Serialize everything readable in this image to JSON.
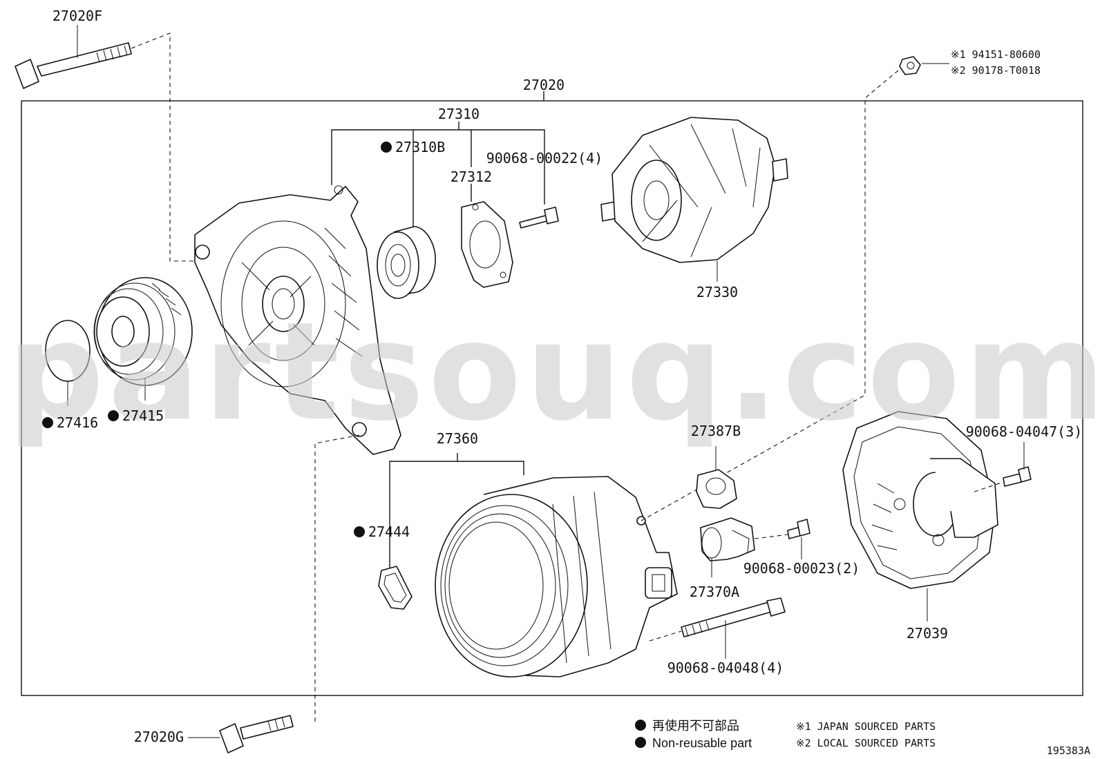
{
  "diagram_id": "195383A",
  "watermark": "partsouq.com",
  "assembly": {
    "label": "27020"
  },
  "callouts": {
    "p27020F": "27020F",
    "p27020G": "27020G",
    "p27310": "27310",
    "p27310B": "27310B",
    "p27312": "27312",
    "b00022": "90068-00022(4)",
    "p27330": "27330",
    "p27416": "27416",
    "p27415": "27415",
    "p27360": "27360",
    "p27444": "27444",
    "p27387B": "27387B",
    "p27370A": "27370A",
    "b00023": "90068-00023(2)",
    "b04048": "90068-04048(4)",
    "b04047": "90068-04047(3)",
    "p27039": "27039",
    "nut1": "※1 94151-80600",
    "nut2": "※2 90178-T0018"
  },
  "legend": {
    "nonreusable_jp": "再使用不可部品",
    "nonreusable_en": "Non-reusable part",
    "note1": "※1 JAPAN SOURCED PARTS",
    "note2": "※2 LOCAL SOURCED PARTS"
  }
}
